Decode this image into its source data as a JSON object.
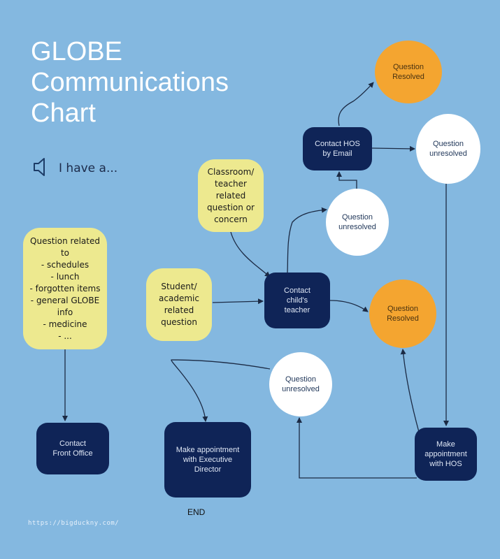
{
  "title": {
    "line1": "GLOBE",
    "line2": "Communications",
    "line3": "Chart"
  },
  "intro": {
    "icon": "speaker-icon",
    "text": "I have a..."
  },
  "nodes": {
    "general_question": "Question related\nto\n- schedules\n- lunch\n- forgotten items\n- general GLOBE\ninfo\n- medicine\n- ...",
    "classroom_question": "Classroom/\nteacher\nrelated\nquestion or\nconcern",
    "student_question": "Student/\nacademic\nrelated\nquestion",
    "contact_front_office": "Contact\nFront Office",
    "make_appt_exec": "Make appointment\nwith Executive\nDirector",
    "contact_teacher": "Contact\nchild's\nteacher",
    "contact_hos_email": "Contact HOS\nby Email",
    "make_appt_hos": "Make\nappointment\nwith HOS",
    "resolved_top": "Question\nResolved",
    "resolved_mid": "Question\nResolved",
    "unresolved_top_right": "Question\nunresolved",
    "unresolved_mid": "Question\nunresolved",
    "unresolved_low": "Question\nunresolved"
  },
  "end_label": "END",
  "footer_url": "https://bigduckny.com/",
  "colors": {
    "background": "#84b8e0",
    "yellow": "#ede98f",
    "navy": "#0f2457",
    "orange": "#f4a530",
    "white": "#ffffff",
    "line": "#1b2a44"
  }
}
